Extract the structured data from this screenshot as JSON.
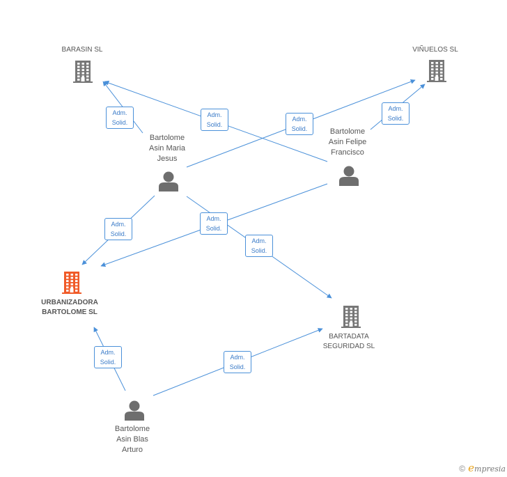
{
  "nodes": [
    {
      "id": "barasin",
      "type": "company",
      "label": "BARASIN SL",
      "highlight": false
    },
    {
      "id": "vinuelos",
      "type": "company",
      "label": "VIÑUELOS SL",
      "highlight": false
    },
    {
      "id": "urbanizadora",
      "type": "company",
      "label": "URBANIZADORA\nBARTOLOME SL",
      "highlight": true
    },
    {
      "id": "bartadata",
      "type": "company",
      "label": "BARTADATA\nSEGURIDAD SL",
      "highlight": false
    },
    {
      "id": "maria_jesus",
      "type": "person",
      "label": "Bartolome\nAsin Maria\nJesus"
    },
    {
      "id": "felipe",
      "type": "person",
      "label": "Bartolome\nAsin Felipe\nFrancisco"
    },
    {
      "id": "blas",
      "type": "person",
      "label": "Bartolome\nAsin Blas\nArturo"
    }
  ],
  "edges": [
    {
      "from": "maria_jesus",
      "to": "barasin",
      "label": "Adm.\nSolid."
    },
    {
      "from": "felipe",
      "to": "barasin",
      "label": "Adm.\nSolid."
    },
    {
      "from": "maria_jesus",
      "to": "vinuelos",
      "label": "Adm.\nSolid."
    },
    {
      "from": "felipe",
      "to": "vinuelos",
      "label": "Adm.\nSolid."
    },
    {
      "from": "maria_jesus",
      "to": "urbanizadora",
      "label": "Adm.\nSolid."
    },
    {
      "from": "felipe",
      "to": "urbanizadora",
      "label": "Adm.\nSolid."
    },
    {
      "from": "maria_jesus",
      "to": "bartadata",
      "label": "Adm.\nSolid."
    },
    {
      "from": "blas",
      "to": "urbanizadora",
      "label": "Adm.\nSolid."
    },
    {
      "from": "blas",
      "to": "bartadata",
      "label": "Adm.\nSolid."
    }
  ],
  "colors": {
    "edge": "#4a90d9",
    "company_icon": "#777777",
    "company_icon_highlight": "#f05a28",
    "person_icon": "#6e6e6e"
  },
  "footer": {
    "copyright_symbol": "©",
    "brand_initial": "e",
    "brand_rest": "mpresia"
  }
}
